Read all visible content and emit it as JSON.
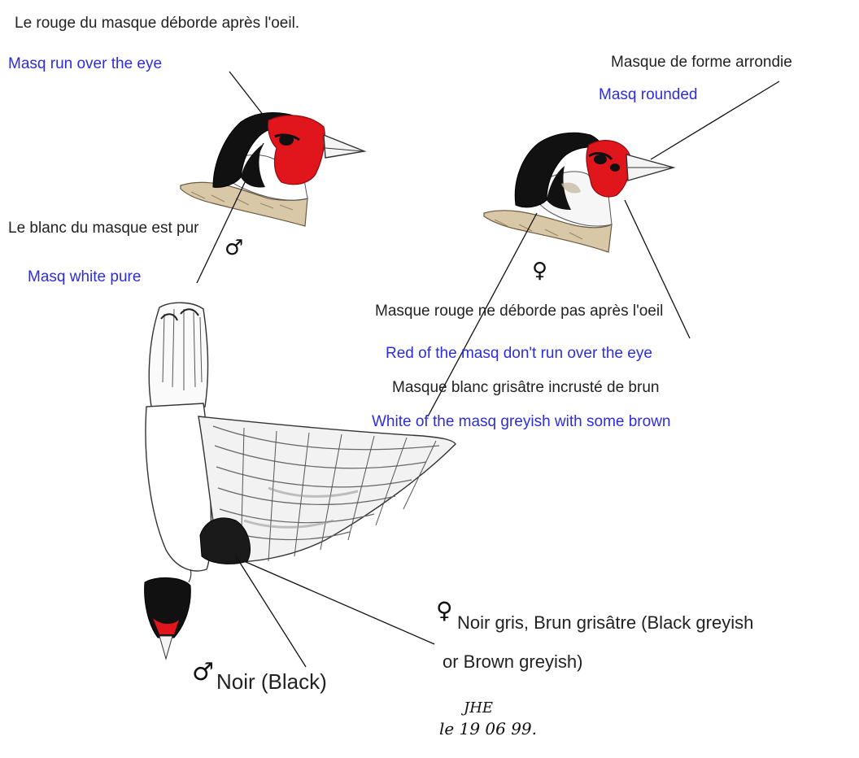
{
  "male_head": {
    "caption_red_fr": "Le rouge du masque déborde après l'oeil.",
    "caption_red_en": "Masq run over the eye",
    "caption_white_fr": "Le blanc du masque est pur",
    "caption_white_en": "Masq white pure",
    "sex_symbol": "♂"
  },
  "female_head": {
    "caption_shape_fr": "Masque de forme arrondie",
    "caption_shape_en": "Masq rounded",
    "sex_symbol": "♀",
    "caption_red_fr": "Masque rouge ne déborde pas après l'oeil",
    "caption_red_en": "Red of the masq don't run over the eye",
    "caption_white_fr": "Masque blanc grisâtre incrusté de brun",
    "caption_white_en": "White of the masq greyish with some brown"
  },
  "underside": {
    "female_symbol": "♀",
    "female_caption_line1": "Noir gris, Brun grisâtre (Black greyish",
    "female_caption_line2": "or Brown greyish)",
    "male_symbol": "♂",
    "male_caption": "Noir (Black)"
  },
  "signature": {
    "initials": "JHE",
    "date": "le 19 06 99."
  },
  "colors": {
    "french_text": "#222222",
    "english_text": "#2d2de0",
    "mask_red": "#e0161c",
    "plumage_black": "#111111",
    "beige": "#d8c8a8"
  }
}
